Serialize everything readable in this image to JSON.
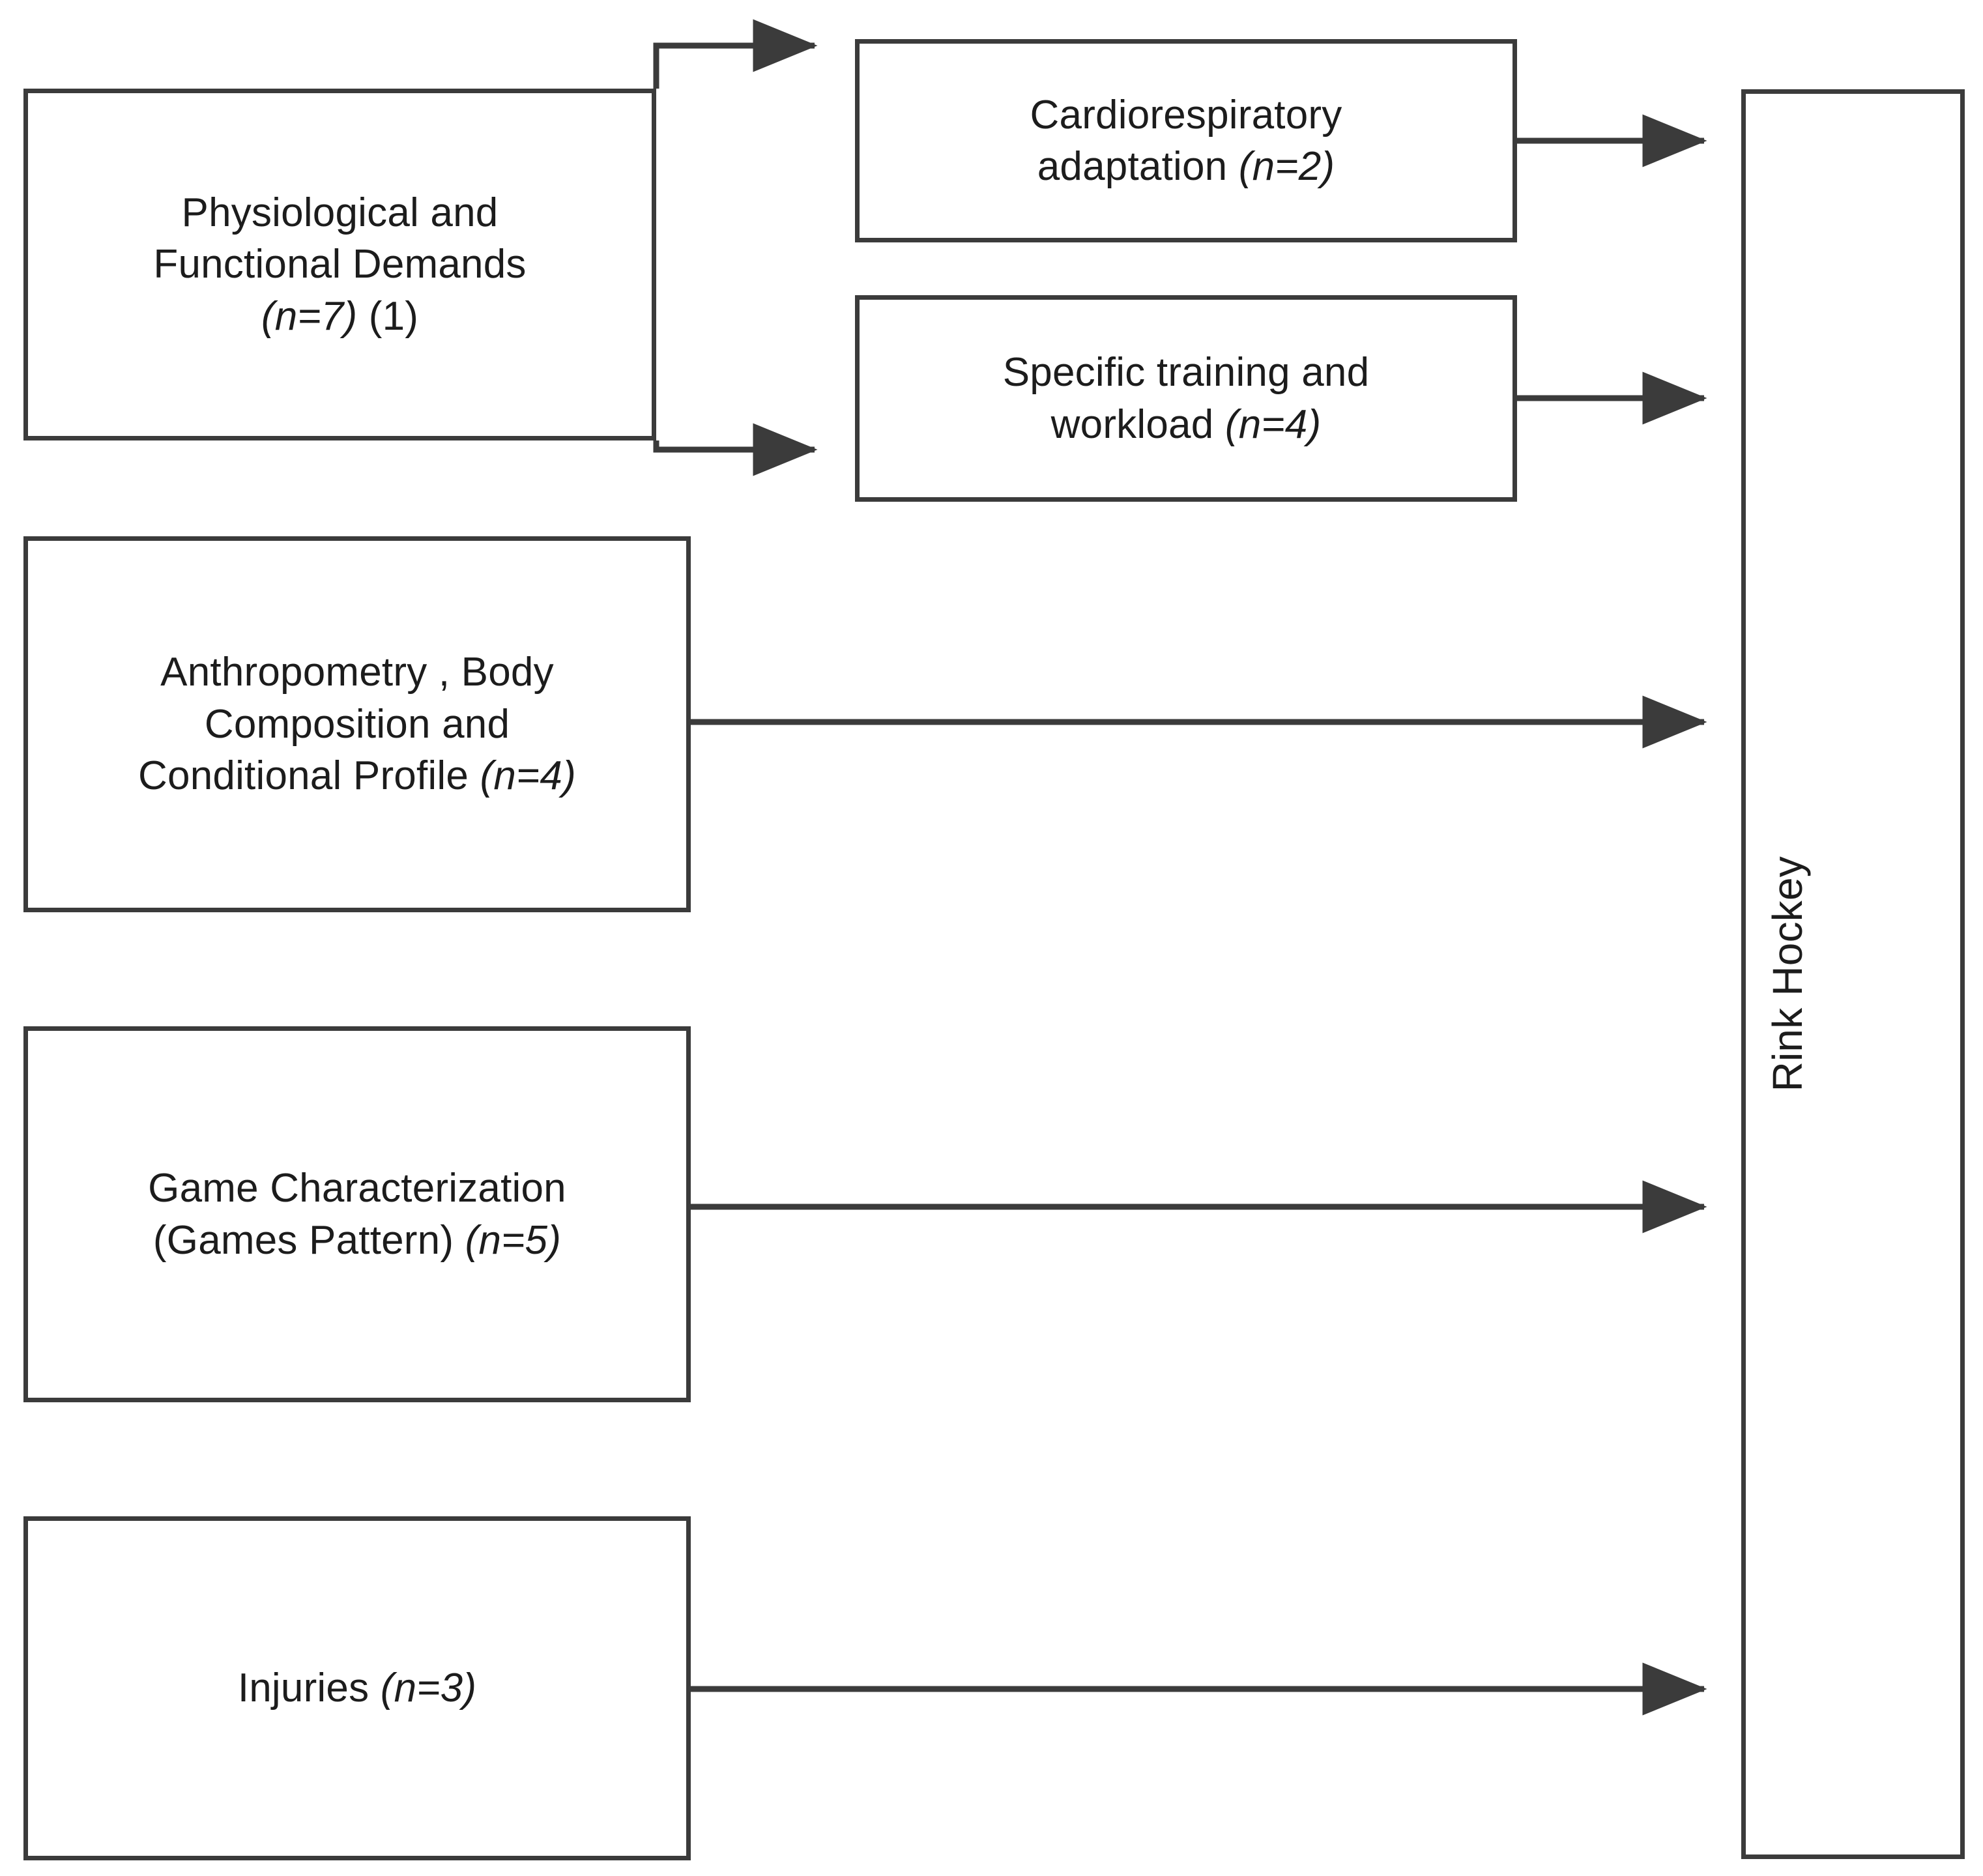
{
  "diagram": {
    "title": "Rink Hockey research themes flow diagram",
    "background_color": "#ffffff",
    "line_color": "#3b3b3b",
    "text_color": "#1c1c1c"
  },
  "nodes": {
    "physiological": {
      "line1": "Physiological and",
      "line2": "Functional Demands",
      "count": "(n=7)",
      "ref": "(1)"
    },
    "cardio": {
      "line1": "Cardiorespiratory",
      "line2": "adaptation",
      "count": "(n=2)"
    },
    "training": {
      "line1": "Specific training and",
      "line2": "workload",
      "count": "(n=4)"
    },
    "anthropometry": {
      "line1": "Anthropometry , Body",
      "line2": "Composition and",
      "line3": "Conditional Profile",
      "count": "(n=4)"
    },
    "game": {
      "line1": "Game Characterization",
      "line2": "(Games Pattern)",
      "count": "(n=5)"
    },
    "injuries": {
      "line1": "Injuries",
      "count": "(n=3)"
    },
    "rink": {
      "label": "Rink Hockey"
    }
  },
  "edges": [
    {
      "name": "physiological-to-cardio",
      "from": "physiological",
      "to": "cardio",
      "style": "elbow-up",
      "arrow": true
    },
    {
      "name": "physiological-to-training",
      "from": "physiological",
      "to": "training",
      "style": "elbow-down",
      "arrow": true
    },
    {
      "name": "cardio-to-rink",
      "from": "cardio",
      "to": "rink",
      "style": "straight",
      "arrow": true
    },
    {
      "name": "training-to-rink",
      "from": "training",
      "to": "rink",
      "style": "straight",
      "arrow": true
    },
    {
      "name": "anthropometry-to-rink",
      "from": "anthropometry",
      "to": "rink",
      "style": "straight",
      "arrow": true
    },
    {
      "name": "game-to-rink",
      "from": "game",
      "to": "rink",
      "style": "straight",
      "arrow": true
    },
    {
      "name": "injuries-to-rink",
      "from": "injuries",
      "to": "rink",
      "style": "straight",
      "arrow": true
    }
  ]
}
